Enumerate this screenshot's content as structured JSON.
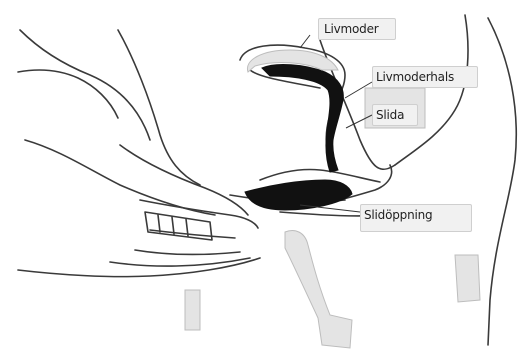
{
  "diagram": {
    "labels": {
      "uterus": "Livmoder",
      "cervix": "Livmoderhals",
      "vagina": "Slida",
      "vaginal_opening": "Slidöppning"
    },
    "colors": {
      "line": "#3a3a3a",
      "fill_dark": "#111111",
      "label_background": "#f1f1f1"
    }
  }
}
